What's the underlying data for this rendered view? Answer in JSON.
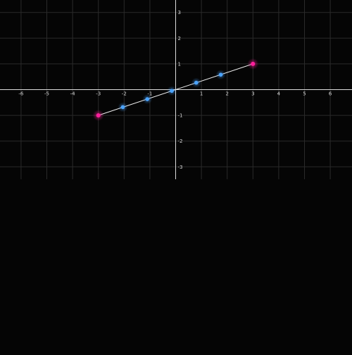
{
  "chart_data": {
    "type": "line",
    "xlim": [
      -6.8,
      6.8
    ],
    "ylim": [
      -3.4,
      3.4
    ],
    "x_ticks": [
      -6,
      -5,
      -4,
      -3,
      -2,
      -1,
      1,
      2,
      3,
      4,
      5,
      6
    ],
    "y_ticks": [
      -3,
      -2,
      -1,
      1,
      2,
      3
    ],
    "grid": true,
    "background_color": "#050505",
    "axis_color": "#dddddd",
    "grid_color": "#2a2a2a",
    "line_color": "#eeeeee",
    "endpoint_color": "#ff1f9b",
    "point_color": "#4aa3ff",
    "series": [
      {
        "endpoints": [
          {
            "x": -3.0,
            "y": -1.0
          },
          {
            "x": 3.0,
            "y": 1.0
          }
        ],
        "points": [
          {
            "x": -2.05,
            "y": -0.68
          },
          {
            "x": -1.1,
            "y": -0.37
          },
          {
            "x": -0.15,
            "y": -0.05
          },
          {
            "x": 0.8,
            "y": 0.27
          },
          {
            "x": 1.75,
            "y": 0.58
          }
        ]
      }
    ]
  }
}
